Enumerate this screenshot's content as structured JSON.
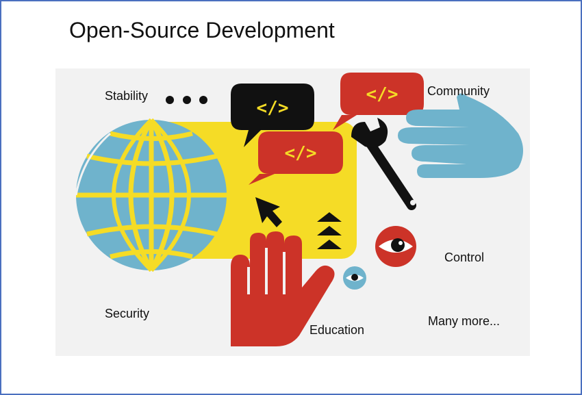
{
  "slide": {
    "title": "Open-Source Development"
  },
  "labels": {
    "stability": "Stability",
    "community": "Community",
    "control": "Control",
    "security": "Security",
    "education": "Education",
    "many_more": "Many more..."
  },
  "code_bubbles": {
    "top_black": "</>",
    "top_red": "</>",
    "middle_red": "</>"
  },
  "colors": {
    "frame": "#4a6fbf",
    "background": "#f2f2f2",
    "yellow": "#f5dc26",
    "red": "#cc3328",
    "blue": "#6fb3cc",
    "black": "#111111"
  },
  "icons": [
    "globe-icon",
    "ellipsis-icon",
    "code-bubble-icon",
    "wrench-icon",
    "hand-icon",
    "cursor-arrow-icon",
    "eye-icon",
    "triangle-stack-icon"
  ]
}
